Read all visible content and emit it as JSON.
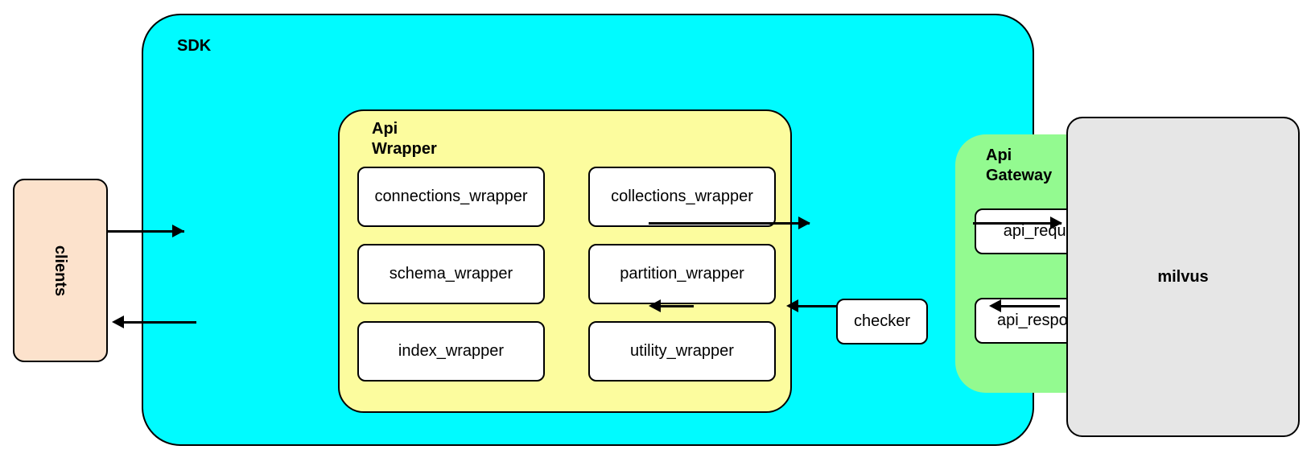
{
  "diagram": {
    "groups": {
      "sdk": {
        "label": "SDK",
        "color": "#00FBFF"
      },
      "api_wrapper": {
        "label": "Api\nWrapper",
        "color": "#FCFC9E"
      },
      "api_gateway": {
        "label": "Api\nGateway",
        "color": "#93FA90"
      }
    },
    "nodes": {
      "clients": {
        "label": "clients",
        "color": "#FCE2CC"
      },
      "milvus": {
        "label": "milvus",
        "color": "#E6E6E6"
      },
      "checker": {
        "label": "checker",
        "color": "#FFFFFF"
      },
      "connections_wrapper": {
        "label": "connections_wrapper"
      },
      "collections_wrapper": {
        "label": "collections_wrapper"
      },
      "schema_wrapper": {
        "label": "schema_wrapper"
      },
      "partition_wrapper": {
        "label": "partition_wrapper"
      },
      "index_wrapper": {
        "label": "index_wrapper"
      },
      "utility_wrapper": {
        "label": "utility_wrapper"
      },
      "api_request": {
        "label": "api_request"
      },
      "api_response": {
        "label": "api_response"
      }
    },
    "edges": [
      {
        "from": "clients",
        "to": "api_wrapper",
        "direction": "right"
      },
      {
        "from": "api_wrapper",
        "to": "clients",
        "direction": "left"
      },
      {
        "from": "api_wrapper",
        "to": "api_gateway",
        "direction": "right"
      },
      {
        "from": "api_request",
        "to": "milvus",
        "direction": "right"
      },
      {
        "from": "milvus",
        "to": "api_response",
        "direction": "left"
      },
      {
        "from": "api_response",
        "to": "checker",
        "direction": "left"
      },
      {
        "from": "checker",
        "to": "api_wrapper",
        "direction": "left"
      }
    ]
  }
}
